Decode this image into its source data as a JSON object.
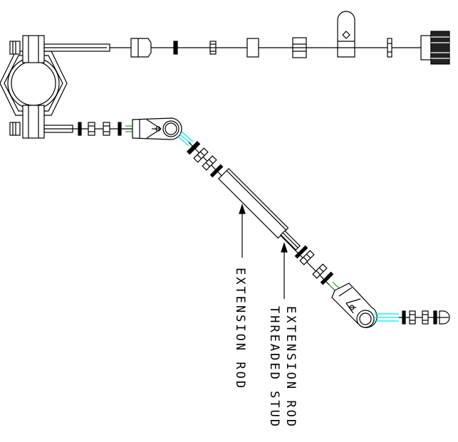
{
  "callouts": {
    "extension_rod": "EXTENSION ROD",
    "threaded_stud_line1": "EXTENSION ROD",
    "threaded_stud_line2": "THREADED STUD"
  },
  "colors": {
    "line": "#000000",
    "accent_cyan": "#00e5ee",
    "accent_green": "#22aa22",
    "background": "#ffffff"
  }
}
